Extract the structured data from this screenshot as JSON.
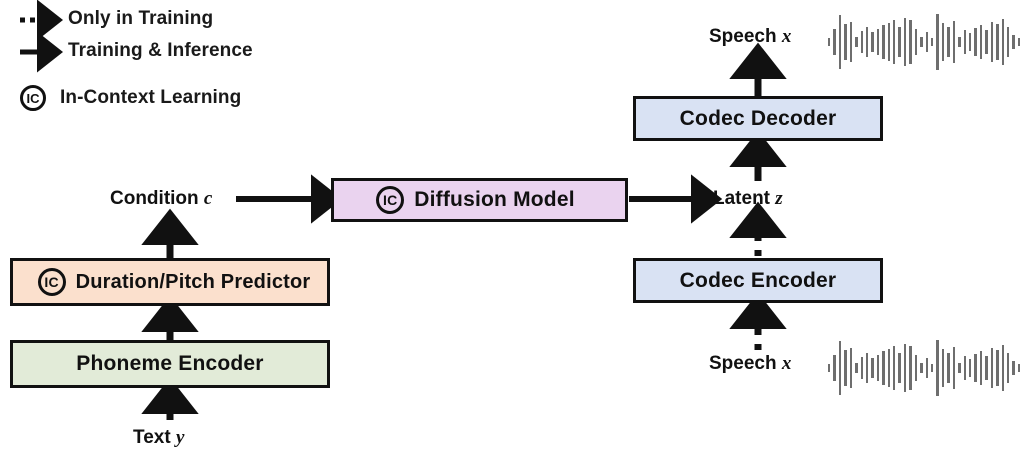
{
  "figure": {
    "type": "architecture-diagram",
    "background": "#ffffff"
  },
  "legend": {
    "items": [
      {
        "id": "only-in-training",
        "label": "Only in Training",
        "marker": "dashed-arrow-icon"
      },
      {
        "id": "training-and-inference",
        "label": "Training & Inference",
        "marker": "solid-arrow-icon"
      },
      {
        "id": "in-context-learning",
        "label": "In-Context Learning",
        "marker": "ic-badge-icon",
        "badge": "IC"
      }
    ]
  },
  "nodes": {
    "phoneme_encoder": {
      "label": "Phoneme Encoder",
      "fill": "#e2ebd8",
      "stroke": "#111111",
      "ic": false
    },
    "duration_pitch_predictor": {
      "label": "Duration/Pitch Predictor",
      "fill": "#fbe0cd",
      "stroke": "#111111",
      "ic": true,
      "badge": "IC"
    },
    "diffusion_model": {
      "label": "Diffusion Model",
      "fill": "#ead3ef",
      "stroke": "#111111",
      "ic": true,
      "badge": "IC"
    },
    "codec_encoder": {
      "label": "Codec Encoder",
      "fill": "#d9e2f3",
      "stroke": "#111111",
      "ic": false
    },
    "codec_decoder": {
      "label": "Codec Decoder",
      "fill": "#d9e2f3",
      "stroke": "#111111",
      "ic": false
    }
  },
  "labels": {
    "text_y": {
      "text": "Text ",
      "symbol": "y"
    },
    "condition_c": {
      "text": "Condition ",
      "symbol": "c"
    },
    "latent_z": {
      "text": "Latent ",
      "symbol": "z"
    },
    "speech_x_top": {
      "text": "Speech ",
      "symbol": "x"
    },
    "speech_x_bottom": {
      "text": "Speech ",
      "symbol": "x"
    }
  },
  "waveforms": {
    "top": {
      "name": "speech-waveform-top",
      "color": "#6e6e6e",
      "bars": [
        8,
        26,
        54,
        36,
        40,
        10,
        22,
        30,
        20,
        26,
        34,
        38,
        44,
        30,
        48,
        44,
        26,
        10,
        20,
        8,
        56,
        38,
        30,
        42,
        10,
        24,
        18,
        28,
        34,
        24,
        40,
        36,
        46,
        30,
        14,
        8
      ]
    },
    "bottom": {
      "name": "speech-waveform-bottom",
      "color": "#6e6e6e",
      "bars": [
        8,
        26,
        54,
        36,
        40,
        10,
        22,
        30,
        20,
        26,
        34,
        38,
        44,
        30,
        48,
        44,
        26,
        10,
        20,
        8,
        56,
        38,
        30,
        42,
        10,
        24,
        18,
        28,
        34,
        24,
        40,
        36,
        46,
        30,
        14,
        8
      ]
    }
  },
  "edges": [
    {
      "id": "text-to-phoneme-encoder",
      "style": "solid",
      "direction": "up"
    },
    {
      "id": "phoneme-encoder-to-predictor",
      "style": "solid",
      "direction": "up"
    },
    {
      "id": "predictor-to-condition",
      "style": "solid",
      "direction": "up"
    },
    {
      "id": "condition-to-diffusion",
      "style": "solid",
      "direction": "right"
    },
    {
      "id": "diffusion-to-latent",
      "style": "solid",
      "direction": "right"
    },
    {
      "id": "latent-to-codec-decoder",
      "style": "solid",
      "direction": "up"
    },
    {
      "id": "codec-decoder-to-speech",
      "style": "solid",
      "direction": "up"
    },
    {
      "id": "speech-to-codec-encoder",
      "style": "dashed",
      "direction": "up"
    },
    {
      "id": "codec-encoder-to-latent",
      "style": "dashed",
      "direction": "up"
    }
  ]
}
